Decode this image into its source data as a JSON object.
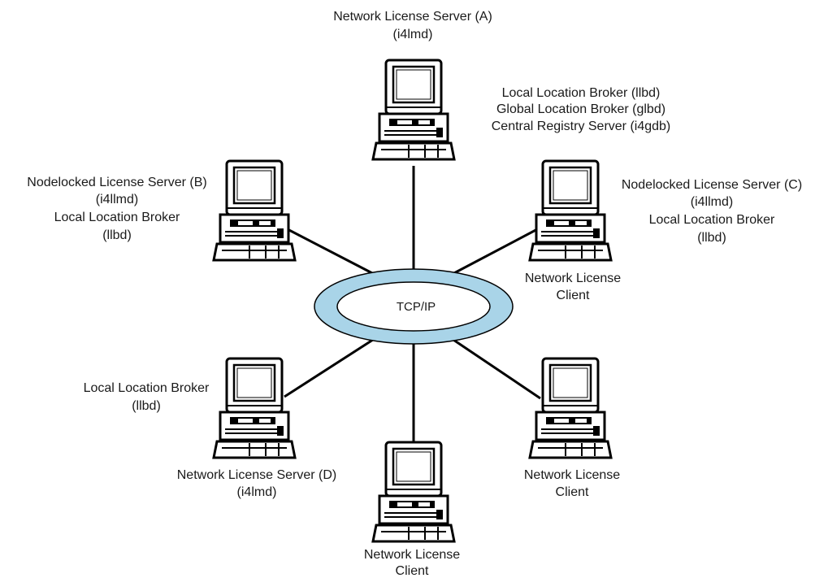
{
  "network": {
    "label": "TCP/IP",
    "ring_color": "#a9d4e8",
    "line_color": "#000000"
  },
  "nodes": {
    "a": {
      "lines": [
        "Network License Server (A)",
        "(i4lmd)"
      ],
      "services": [
        "Local Location Broker (llbd)",
        "Global Location Broker (glbd)",
        "Central Registry Server (i4gdb)"
      ]
    },
    "b": {
      "lines": [
        "Nodelocked License Server (B)",
        "(i4llmd)",
        "Local Location Broker",
        "(llbd)"
      ]
    },
    "c": {
      "lines": [
        "Nodelocked License Server (C)",
        "(i4llmd)",
        "Local Location Broker",
        "(llbd)"
      ],
      "client": [
        "Network License",
        "Client"
      ]
    },
    "d": {
      "top": [
        "Local Location Broker",
        "(llbd)"
      ],
      "bottom": [
        "Network License Server (D)",
        "(i4lmd)"
      ]
    },
    "e": {
      "lines": [
        "Network License",
        "Client"
      ]
    },
    "f": {
      "lines": [
        "Network License",
        "Client"
      ]
    }
  }
}
